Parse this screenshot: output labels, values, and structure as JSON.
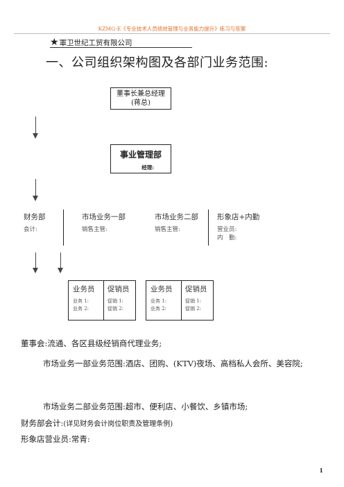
{
  "header": {
    "text": "KZMG-E《专业技术人员绩效管理与业务能力提升》练习与答案"
  },
  "company": {
    "star": "★",
    "name": "軍卫世纪工贸有限公司"
  },
  "section_title": "一、公司组织架构图及各部门业务范围:",
  "org": {
    "chairman": {
      "title": "董事长兼总经理",
      "name": "(蒋总)"
    },
    "business_dept": {
      "title": "事业管理部",
      "manager": "经理:"
    },
    "departments": [
      {
        "title": "财务部",
        "roles": [
          "会计:"
        ]
      },
      {
        "title": "市场业务一部",
        "roles": [
          "销售主管:"
        ]
      },
      {
        "title": "市场业务二部",
        "roles": [
          "销售主管:"
        ]
      },
      {
        "title": "形象店+内勤",
        "roles": [
          "营业员:",
          "内　勤:"
        ]
      }
    ],
    "teams": [
      {
        "left": {
          "title": "业务员",
          "items": [
            "业务 1:",
            "业务 2:"
          ]
        },
        "right": {
          "title": "促销员",
          "items": [
            "促销 1:",
            "促销 2:"
          ]
        }
      },
      {
        "left": {
          "title": "业务员",
          "items": [
            "业务 1:",
            "业务 2:"
          ]
        },
        "right": {
          "title": "促销员",
          "items": [
            "促销 1:",
            "促销 2:"
          ]
        }
      }
    ]
  },
  "scope": {
    "board": "董事会:流通、各区县级经销商代理业务;",
    "market1": "市场业务一部业务范围:酒店、团购、(KTV)夜场、高档私人会所、美容院;",
    "market2": "市场业务二部业务范围:超市、便利店、小餐饮、乡镇市场;",
    "finance_label": "财务部会计:",
    "finance_note": "(详见财务会计岗位职责及管理条例)",
    "store": "形象店营业员:常青:"
  },
  "page_number": "1"
}
